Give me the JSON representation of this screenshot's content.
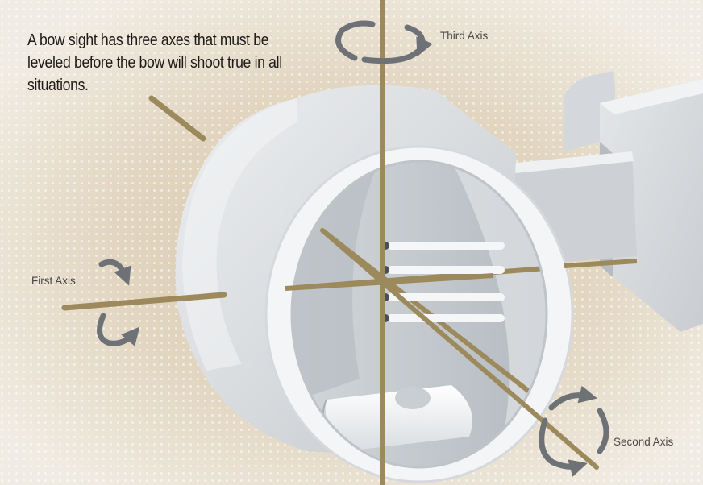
{
  "caption": "A bow sight has three axes that must be leveled before the bow will shoot true in all situations.",
  "labels": {
    "third_axis": "Third Axis",
    "first_axis": "First Axis",
    "second_axis": "Second Axis"
  },
  "colors": {
    "background": "#e7ddcd",
    "axis_rod": "#9d8a5c",
    "metal_light": "#e9ebee",
    "metal_mid": "#cbcfd4",
    "metal_shadow": "#a7adb3",
    "rotation_arrow": "#6e7276",
    "sight_pin_dot": "#4a4f55",
    "text": "#1d1a17"
  },
  "icons": [
    "rotation-arrow-icon"
  ]
}
